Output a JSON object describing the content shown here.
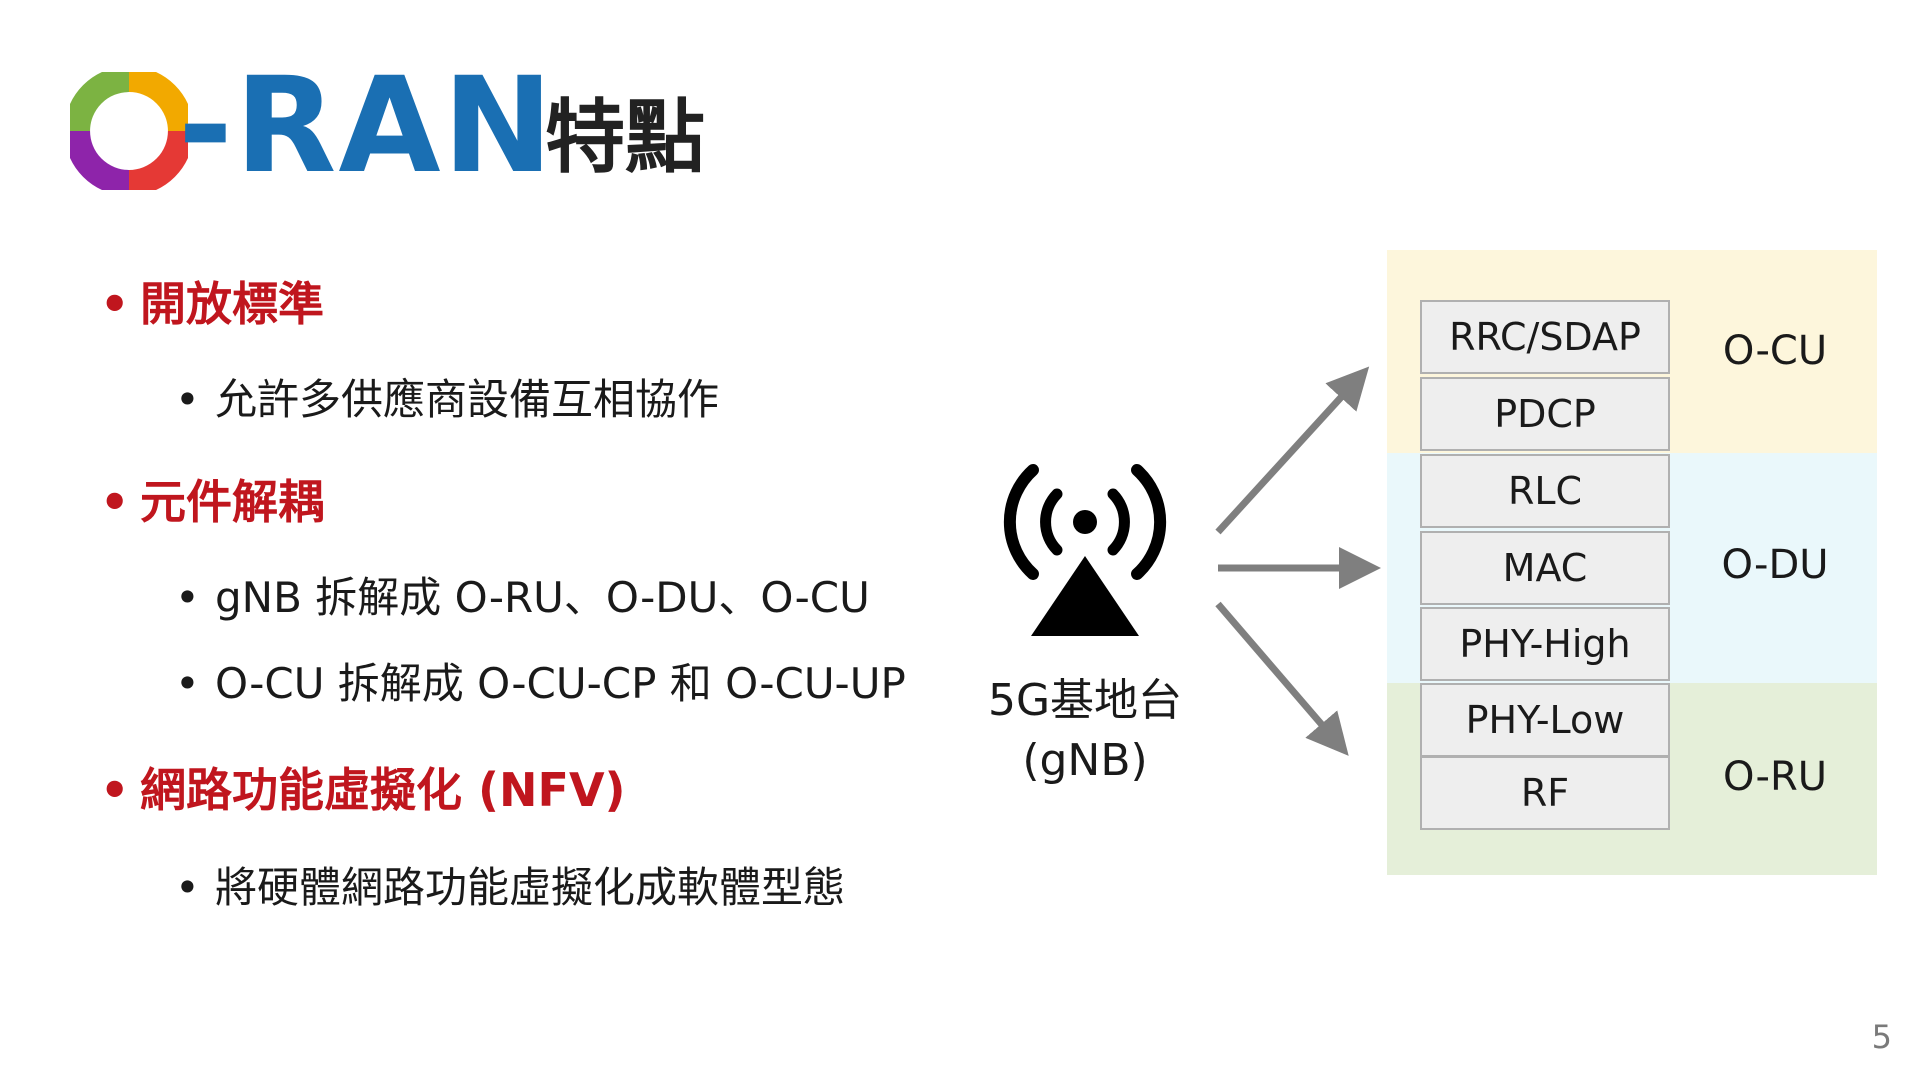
{
  "header": {
    "logo_text": "-RAN",
    "logo_brand": "O-RAN",
    "title": "特點"
  },
  "bullets": [
    {
      "heading": "開放標準",
      "subs": [
        "允許多供應商設備互相協作"
      ]
    },
    {
      "heading": "元件解耦",
      "subs": [
        "gNB 拆解成 O-RU、O-DU、O-CU",
        "O-CU 拆解成 O-CU-CP 和 O-CU-UP"
      ]
    },
    {
      "heading": "網路功能虛擬化 (NFV)",
      "subs": [
        "將硬體網路功能虛擬化成軟體型態"
      ]
    }
  ],
  "station": {
    "icon": "antenna-tower-icon",
    "label_line1": "5G基地台",
    "label_line2": "(gNB)"
  },
  "stack": {
    "layers": [
      "RRC/SDAP",
      "PDCP",
      "RLC",
      "MAC",
      "PHY-High",
      "PHY-Low",
      "RF"
    ],
    "zones": [
      {
        "label": "O-CU",
        "color": "#fdf6dc"
      },
      {
        "label": "O-DU",
        "color": "#eaf8fb"
      },
      {
        "label": "O-RU",
        "color": "#e5efd9"
      }
    ]
  },
  "colors": {
    "heading": "#c0161e",
    "logo_blue": "#1a6fb3",
    "arrow": "#7f7f7f"
  },
  "page_number": "5"
}
